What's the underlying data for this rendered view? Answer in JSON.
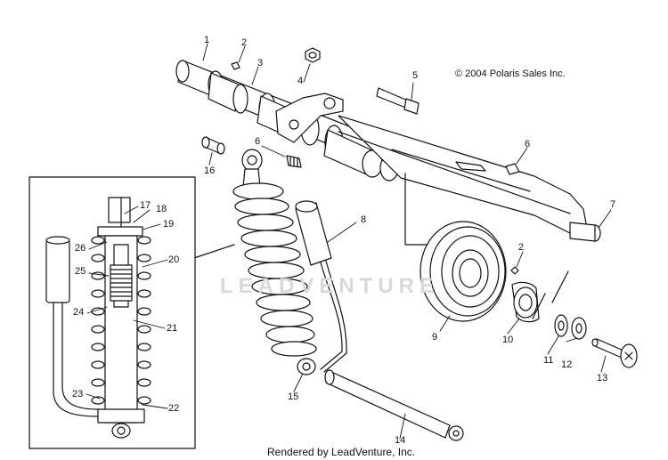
{
  "diagram": {
    "copyright": "© 2004 Polaris Sales Inc.",
    "footer": "Rendered by LeadVenture, Inc.",
    "watermark": "LEADVENTURE",
    "callouts": [
      {
        "id": "c1",
        "text": "1"
      },
      {
        "id": "c2a",
        "text": "2"
      },
      {
        "id": "c3",
        "text": "3"
      },
      {
        "id": "c4",
        "text": "4"
      },
      {
        "id": "c5",
        "text": "5"
      },
      {
        "id": "c6a",
        "text": "6"
      },
      {
        "id": "c6b",
        "text": "6"
      },
      {
        "id": "c7",
        "text": "7"
      },
      {
        "id": "c8",
        "text": "8"
      },
      {
        "id": "c9",
        "text": "9"
      },
      {
        "id": "c2b",
        "text": "2"
      },
      {
        "id": "c10",
        "text": "10"
      },
      {
        "id": "c11",
        "text": "11"
      },
      {
        "id": "c12",
        "text": "12"
      },
      {
        "id": "c13",
        "text": "13"
      },
      {
        "id": "c14",
        "text": "14"
      },
      {
        "id": "c15",
        "text": "15"
      },
      {
        "id": "c16",
        "text": "16"
      },
      {
        "id": "c17",
        "text": "17"
      },
      {
        "id": "c18",
        "text": "18"
      },
      {
        "id": "c19",
        "text": "19"
      },
      {
        "id": "c20",
        "text": "20"
      },
      {
        "id": "c21",
        "text": "21"
      },
      {
        "id": "c22",
        "text": "22"
      },
      {
        "id": "c23",
        "text": "23"
      },
      {
        "id": "c24",
        "text": "24"
      },
      {
        "id": "c25",
        "text": "25"
      },
      {
        "id": "c26",
        "text": "26"
      }
    ]
  }
}
